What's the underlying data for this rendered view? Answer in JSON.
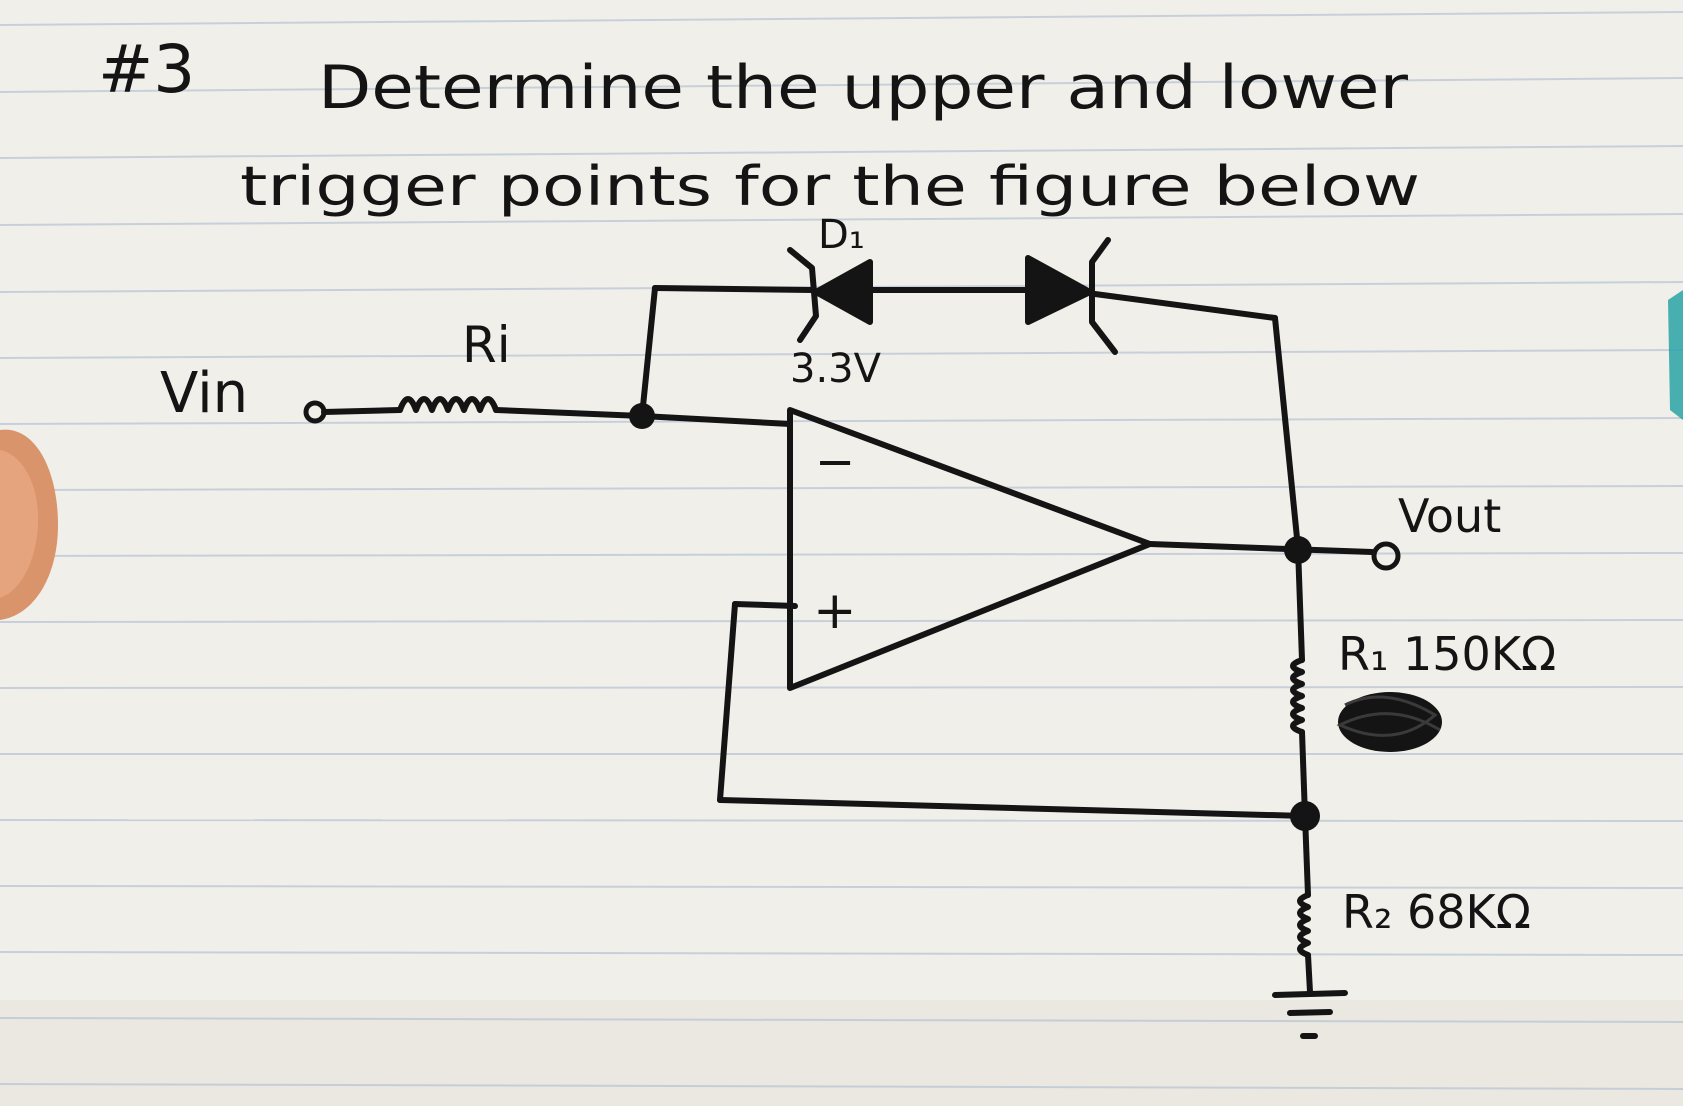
{
  "problem": {
    "number": "#3",
    "line1": "Determine the upper and lower",
    "line2": "trigger points for the figure below"
  },
  "labels": {
    "diode": "D₁",
    "zener_voltage": "3.3V",
    "input": "Vin",
    "input_resistor": "Ri",
    "inverting": "−",
    "noninverting": "+",
    "output": "Vout",
    "r1": "R₁ 150KΩ",
    "r2": "R₂ 68KΩ"
  },
  "colors": {
    "ink": "#141414",
    "paper": "#f1efe9",
    "rule_line": "#b9c6d6",
    "margin_line": "#c9bdbd",
    "finger": "#d9946c",
    "teal_object": "#2aa3a7"
  }
}
